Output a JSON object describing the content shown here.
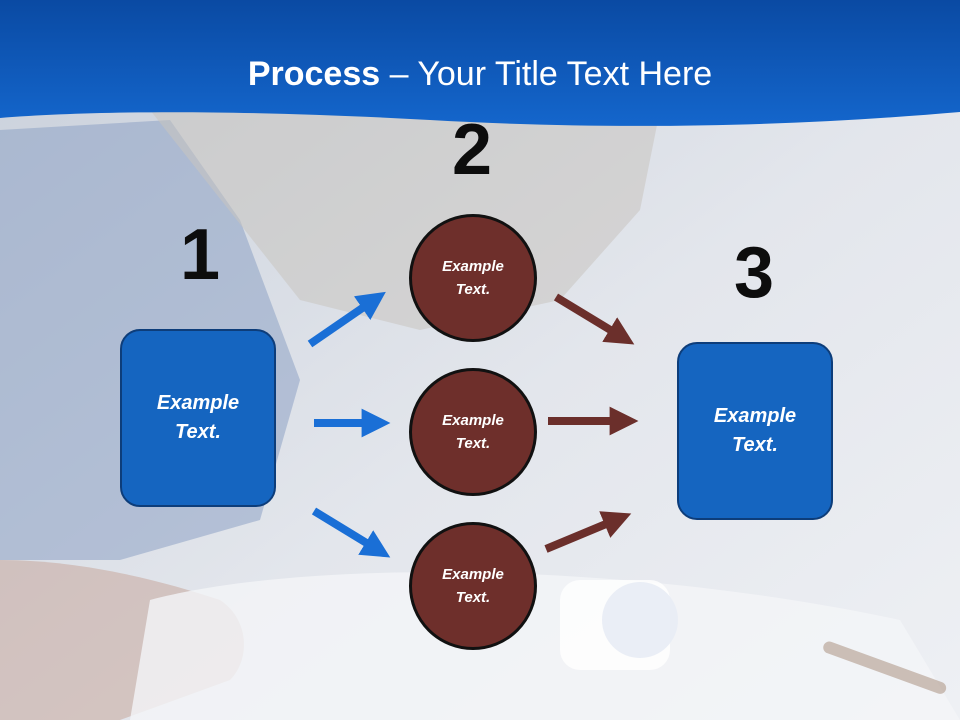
{
  "title": {
    "bold": "Process",
    "rest": " – Your Title Text Here"
  },
  "steps": {
    "one": "1",
    "two": "2",
    "three": "3"
  },
  "left_box": {
    "line1": "Example",
    "line2": "Text."
  },
  "right_box": {
    "line1": "Example",
    "line2": "Text."
  },
  "circles": [
    {
      "line1": "Example",
      "line2": "Text."
    },
    {
      "line1": "Example",
      "line2": "Text."
    },
    {
      "line1": "Example",
      "line2": "Text."
    }
  ],
  "colors": {
    "header_blue": "#0b55b8",
    "box_blue": "#1565c0",
    "circle_brown": "#6e2f2b",
    "arrow_blue": "#1a6fd6",
    "arrow_brown": "#6b2f2b"
  }
}
